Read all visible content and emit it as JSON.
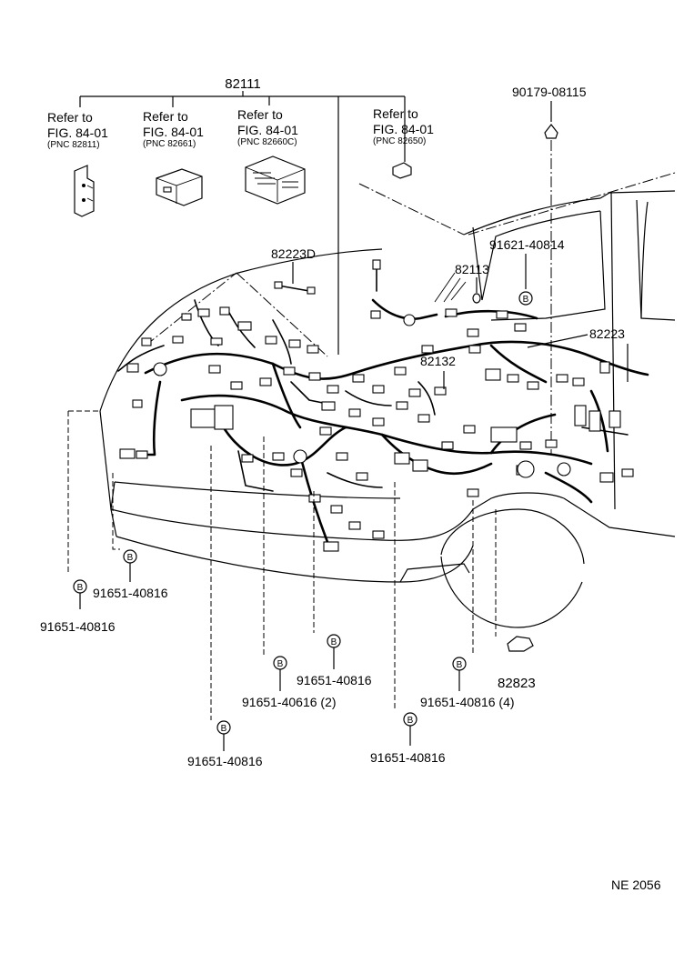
{
  "main_part": "82111",
  "refs": [
    {
      "line1": "Refer to",
      "line2": "FIG. 84-01",
      "pnc": "(PNC 82811)"
    },
    {
      "line1": "Refer to",
      "line2": "FIG. 84-01",
      "pnc": "(PNC 82661)"
    },
    {
      "line1": "Refer to",
      "line2": "FIG. 84-01",
      "pnc": "(PNC 82660C)"
    },
    {
      "line1": "Refer to",
      "line2": "FIG. 84-01",
      "pnc": "(PNC 82650)"
    }
  ],
  "parts": {
    "p90179": "90179-08115",
    "p82223D": "82223D",
    "p91621": "91621-40814",
    "p82113": "82113",
    "p82223": "82223",
    "p82132": "82132",
    "p82823": "82823"
  },
  "bolt_symbol": "B",
  "bolts": [
    "91651-40816",
    "91651-40816",
    "91651-40616 (2)",
    "91651-40816",
    "91651-40816 (4)",
    "91651-40816",
    "91651-40816"
  ],
  "footer": "NE  2056"
}
